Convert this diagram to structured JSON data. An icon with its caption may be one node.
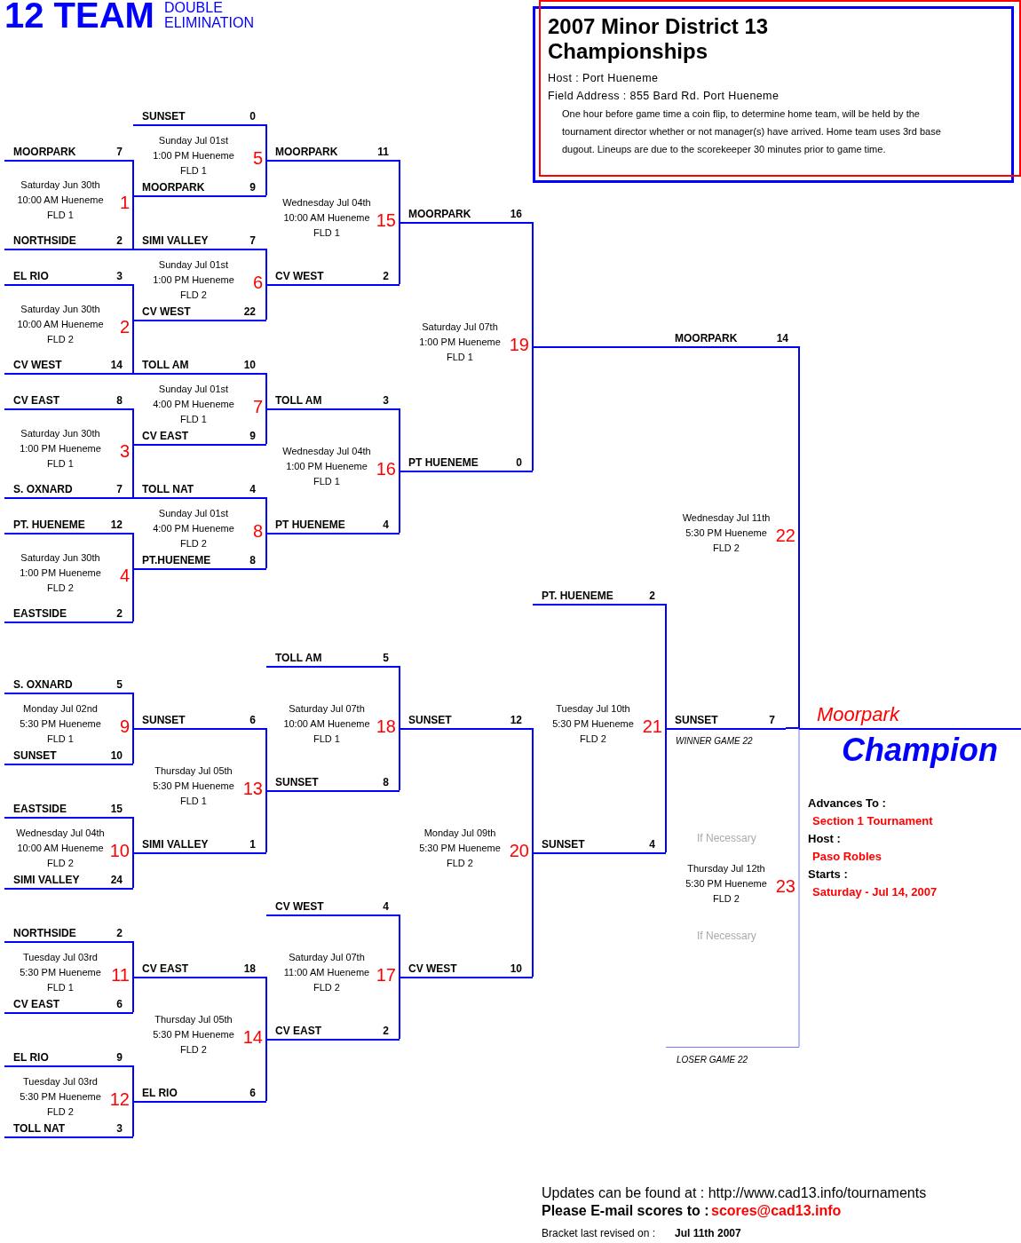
{
  "diagram": {
    "title": "12 TEAM",
    "nodes": [
      {
        "text": [
          "MOORPARK",
          "7"
        ]
      },
      {
        "text": [
          "NORTHSIDE",
          "2"
        ]
      },
      {
        "text": [
          "EL RIO",
          "3"
        ]
      },
      {
        "text": [
          "CV WEST",
          "14"
        ]
      },
      {
        "text": [
          "CV EAST",
          "8"
        ]
      },
      {
        "text": [
          "S. OXNARD",
          "7"
        ]
      },
      {
        "text": [
          "PT. HUENEME",
          "12"
        ]
      },
      {
        "text": [
          "EASTSIDE",
          "2"
        ]
      },
      {
        "text": [
          "S. OXNARD",
          "5"
        ]
      },
      {
        "text": [
          "SUNSET",
          "10"
        ]
      },
      {
        "text": [
          "EASTSIDE",
          "15"
        ]
      },
      {
        "text": [
          "SIMI VALLEY",
          "24"
        ]
      },
      {
        "text": [
          "NORTHSIDE",
          "2"
        ]
      },
      {
        "text": [
          "CV EAST",
          "6"
        ]
      },
      {
        "text": [
          "EL RIO",
          "9"
        ]
      },
      {
        "text": [
          "TOLL NAT",
          "3"
        ]
      },
      {
        "text": [
          "SUNSET",
          "0"
        ]
      },
      {
        "text": [
          "MOORPARK",
          "9"
        ]
      },
      {
        "text": [
          "SIMI VALLEY",
          "7"
        ]
      },
      {
        "text": [
          "CV WEST",
          "22"
        ]
      },
      {
        "text": [
          "TOLL AM",
          "10"
        ]
      },
      {
        "text": [
          "CV EAST",
          "9"
        ]
      },
      {
        "text": [
          "TOLL NAT",
          "4"
        ]
      },
      {
        "text": [
          "PT.HUENEME",
          "8"
        ]
      },
      {
        "text": [
          "SUNSET",
          "6"
        ]
      },
      {
        "text": [
          "SIMI VALLEY",
          "1"
        ]
      },
      {
        "text": [
          "CV EAST",
          "18"
        ]
      },
      {
        "text": [
          "EL RIO",
          "6"
        ]
      },
      {
        "text": [
          "MOORPARK",
          "11"
        ]
      },
      {
        "text": [
          "CV WEST",
          "2"
        ]
      },
      {
        "text": [
          "TOLL AM",
          "3"
        ]
      },
      {
        "text": [
          "PT HUENEME",
          "4"
        ]
      },
      {
        "text": [
          "TOLL AM",
          "5"
        ]
      },
      {
        "text": [
          "SUNSET",
          "8"
        ]
      },
      {
        "text": [
          "CV WEST",
          "4"
        ]
      },
      {
        "text": [
          "CV EAST",
          "2"
        ]
      },
      {
        "text": [
          "MOORPARK",
          "16"
        ]
      },
      {
        "text": [
          "PT HUENEME",
          "0"
        ]
      },
      {
        "text": [
          "SUNSET",
          "12"
        ]
      },
      {
        "text": [
          "CV WEST",
          "10"
        ]
      },
      {
        "text": [
          "MOORPARK",
          "14"
        ]
      },
      {
        "text": [
          "PT. HUENEME",
          "2"
        ]
      },
      {
        "text": [
          "SUNSET",
          "4"
        ]
      },
      {
        "text": [
          "SUNSET",
          "7"
        ]
      },
      {
        "text": [
          "LOSER GAME 22"
        ]
      },
      {
        "text": [
          "Moorpark"
        ]
      },
      {
        "text": [
          "2007 Minor District 13 Championships",
          "Host : Port Hueneme",
          "Field Address : 855 Bard Rd. Port Hueneme",
          "One hour before game time a coin flip, to determine home team, will be held by the tournament director whether or not manager(s) have arrived. Home team uses 3rd base dugout. Lineups are due to the scorekeeper 30 minutes prior to game time."
        ]
      }
    ],
    "edges": [
      {
        "from": 0,
        "to": 17,
        "arrow": "none"
      },
      {
        "from": 1,
        "to": 17,
        "arrow": "none"
      },
      {
        "from": 2,
        "to": 19,
        "arrow": "none"
      },
      {
        "from": 3,
        "to": 19,
        "arrow": "none"
      },
      {
        "from": 4,
        "to": 21,
        "arrow": "none"
      },
      {
        "from": 5,
        "to": 21,
        "arrow": "none"
      },
      {
        "from": 6,
        "to": 23,
        "arrow": "none"
      },
      {
        "from": 7,
        "to": 23,
        "arrow": "none"
      },
      {
        "from": 8,
        "to": 24,
        "arrow": "none"
      },
      {
        "from": 9,
        "to": 24,
        "arrow": "none"
      },
      {
        "from": 10,
        "to": 25,
        "arrow": "none"
      },
      {
        "from": 11,
        "to": 25,
        "arrow": "none"
      },
      {
        "from": 12,
        "to": 26,
        "arrow": "none"
      },
      {
        "from": 13,
        "to": 26,
        "arrow": "none"
      },
      {
        "from": 14,
        "to": 27,
        "arrow": "none"
      },
      {
        "from": 15,
        "to": 27,
        "arrow": "none"
      },
      {
        "from": 16,
        "to": 28,
        "arrow": "none"
      },
      {
        "from": 17,
        "to": 28,
        "arrow": "none"
      },
      {
        "from": 18,
        "to": 29,
        "arrow": "none"
      },
      {
        "from": 19,
        "to": 29,
        "arrow": "none"
      },
      {
        "from": 20,
        "to": 30,
        "arrow": "none"
      },
      {
        "from": 21,
        "to": 30,
        "arrow": "none"
      },
      {
        "from": 22,
        "to": 31,
        "arrow": "none"
      },
      {
        "from": 23,
        "to": 31,
        "arrow": "none"
      },
      {
        "from": 24,
        "to": 33,
        "arrow": "none"
      },
      {
        "from": 25,
        "to": 33,
        "arrow": "none"
      },
      {
        "from": 26,
        "to": 35,
        "arrow": "none"
      },
      {
        "from": 27,
        "to": 35,
        "arrow": "none"
      },
      {
        "from": 28,
        "to": 36,
        "arrow": "none"
      },
      {
        "from": 29,
        "to": 36,
        "arrow": "none"
      },
      {
        "from": 30,
        "to": 37,
        "arrow": "none"
      },
      {
        "from": 31,
        "to": 37,
        "arrow": "none"
      },
      {
        "from": 32,
        "to": 38,
        "arrow": "none"
      },
      {
        "from": 33,
        "to": 38,
        "arrow": "none"
      },
      {
        "from": 34,
        "to": 39,
        "arrow": "none"
      },
      {
        "from": 35,
        "to": 39,
        "arrow": "none"
      },
      {
        "from": 36,
        "to": 40,
        "arrow": "none"
      },
      {
        "from": 37,
        "to": 40,
        "arrow": "none"
      },
      {
        "from": 38,
        "to": 42,
        "arrow": "none"
      },
      {
        "from": 39,
        "to": 42,
        "arrow": "none"
      },
      {
        "from": 41,
        "to": 43,
        "arrow": "none"
      },
      {
        "from": 42,
        "to": 43,
        "arrow": "none"
      },
      {
        "from": 40,
        "to": 45,
        "arrow": "none"
      },
      {
        "from": 43,
        "to": 45,
        "arrow": "none"
      },
      {
        "from": 44,
        "to": 45,
        "arrow": "none",
        "color": "#7777ff"
      }
    ],
    "labels": [
      "DOUBLE ELIMINATION",
      "1",
      "Saturday Jun 30th 10:00 AM Hueneme FLD 1",
      "2",
      "Saturday Jun 30th 10:00 AM Hueneme FLD 2",
      "3",
      "Saturday Jun 30th 1:00 PM Hueneme FLD 1",
      "4",
      "Saturday Jun 30th 1:00 PM Hueneme FLD 2",
      "5",
      "Sunday Jul 01st 1:00 PM Hueneme FLD 1",
      "6",
      "Sunday Jul 01st 1:00 PM Hueneme FLD 2",
      "7",
      "Sunday Jul 01st 4:00 PM Hueneme FLD 1",
      "8",
      "Sunday Jul 01st 4:00 PM Hueneme FLD 2",
      "9",
      "Monday Jul 02nd 5:30 PM Hueneme FLD 1",
      "10",
      "Wednesday Jul 04th 10:00 AM Hueneme FLD 2",
      "11",
      "Tuesday Jul 03rd 5:30 PM Hueneme FLD 1",
      "12",
      "Tuesday Jul 03rd 5:30 PM Hueneme FLD 2",
      "13",
      "Thursday Jul 05th 5:30 PM Hueneme FLD 1",
      "14",
      "Thursday Jul 05th 5:30 PM Hueneme FLD 2",
      "15",
      "Wednesday Jul 04th 10:00 AM Hueneme FLD 1",
      "16",
      "Wednesday Jul 04th 1:00 PM Hueneme FLD 1",
      "17",
      "Saturday Jul 07th 11:00 AM Hueneme FLD 2",
      "18",
      "Saturday Jul 07th 10:00 AM Hueneme FLD 1",
      "19",
      "Saturday Jul 07th 1:00 PM Hueneme FLD 1",
      "20",
      "Monday Jul 09th 5:30 PM Hueneme FLD 2",
      "21",
      "Tuesday Jul 10th 5:30 PM Hueneme FLD 2",
      "22",
      "Wednesday Jul 11th 5:30 PM Hueneme FLD 2",
      "23",
      "Thursday Jul 12th 5:30 PM Hueneme FLD 2",
      "WINNER GAME 22",
      "If Necessary",
      "If Necessary",
      "Champion",
      "Advances To :",
      "Section 1 Tournament",
      "Host :",
      "Paso Robles",
      "Starts :",
      "Saturday - Jul 14, 2007",
      "Updates can be found at : http://www.cad13.info/tournaments",
      "Please E-mail scores to :",
      "scores@cad13.info",
      "Bracket last revised on :",
      "Jul 11th 2007"
    ]
  }
}
